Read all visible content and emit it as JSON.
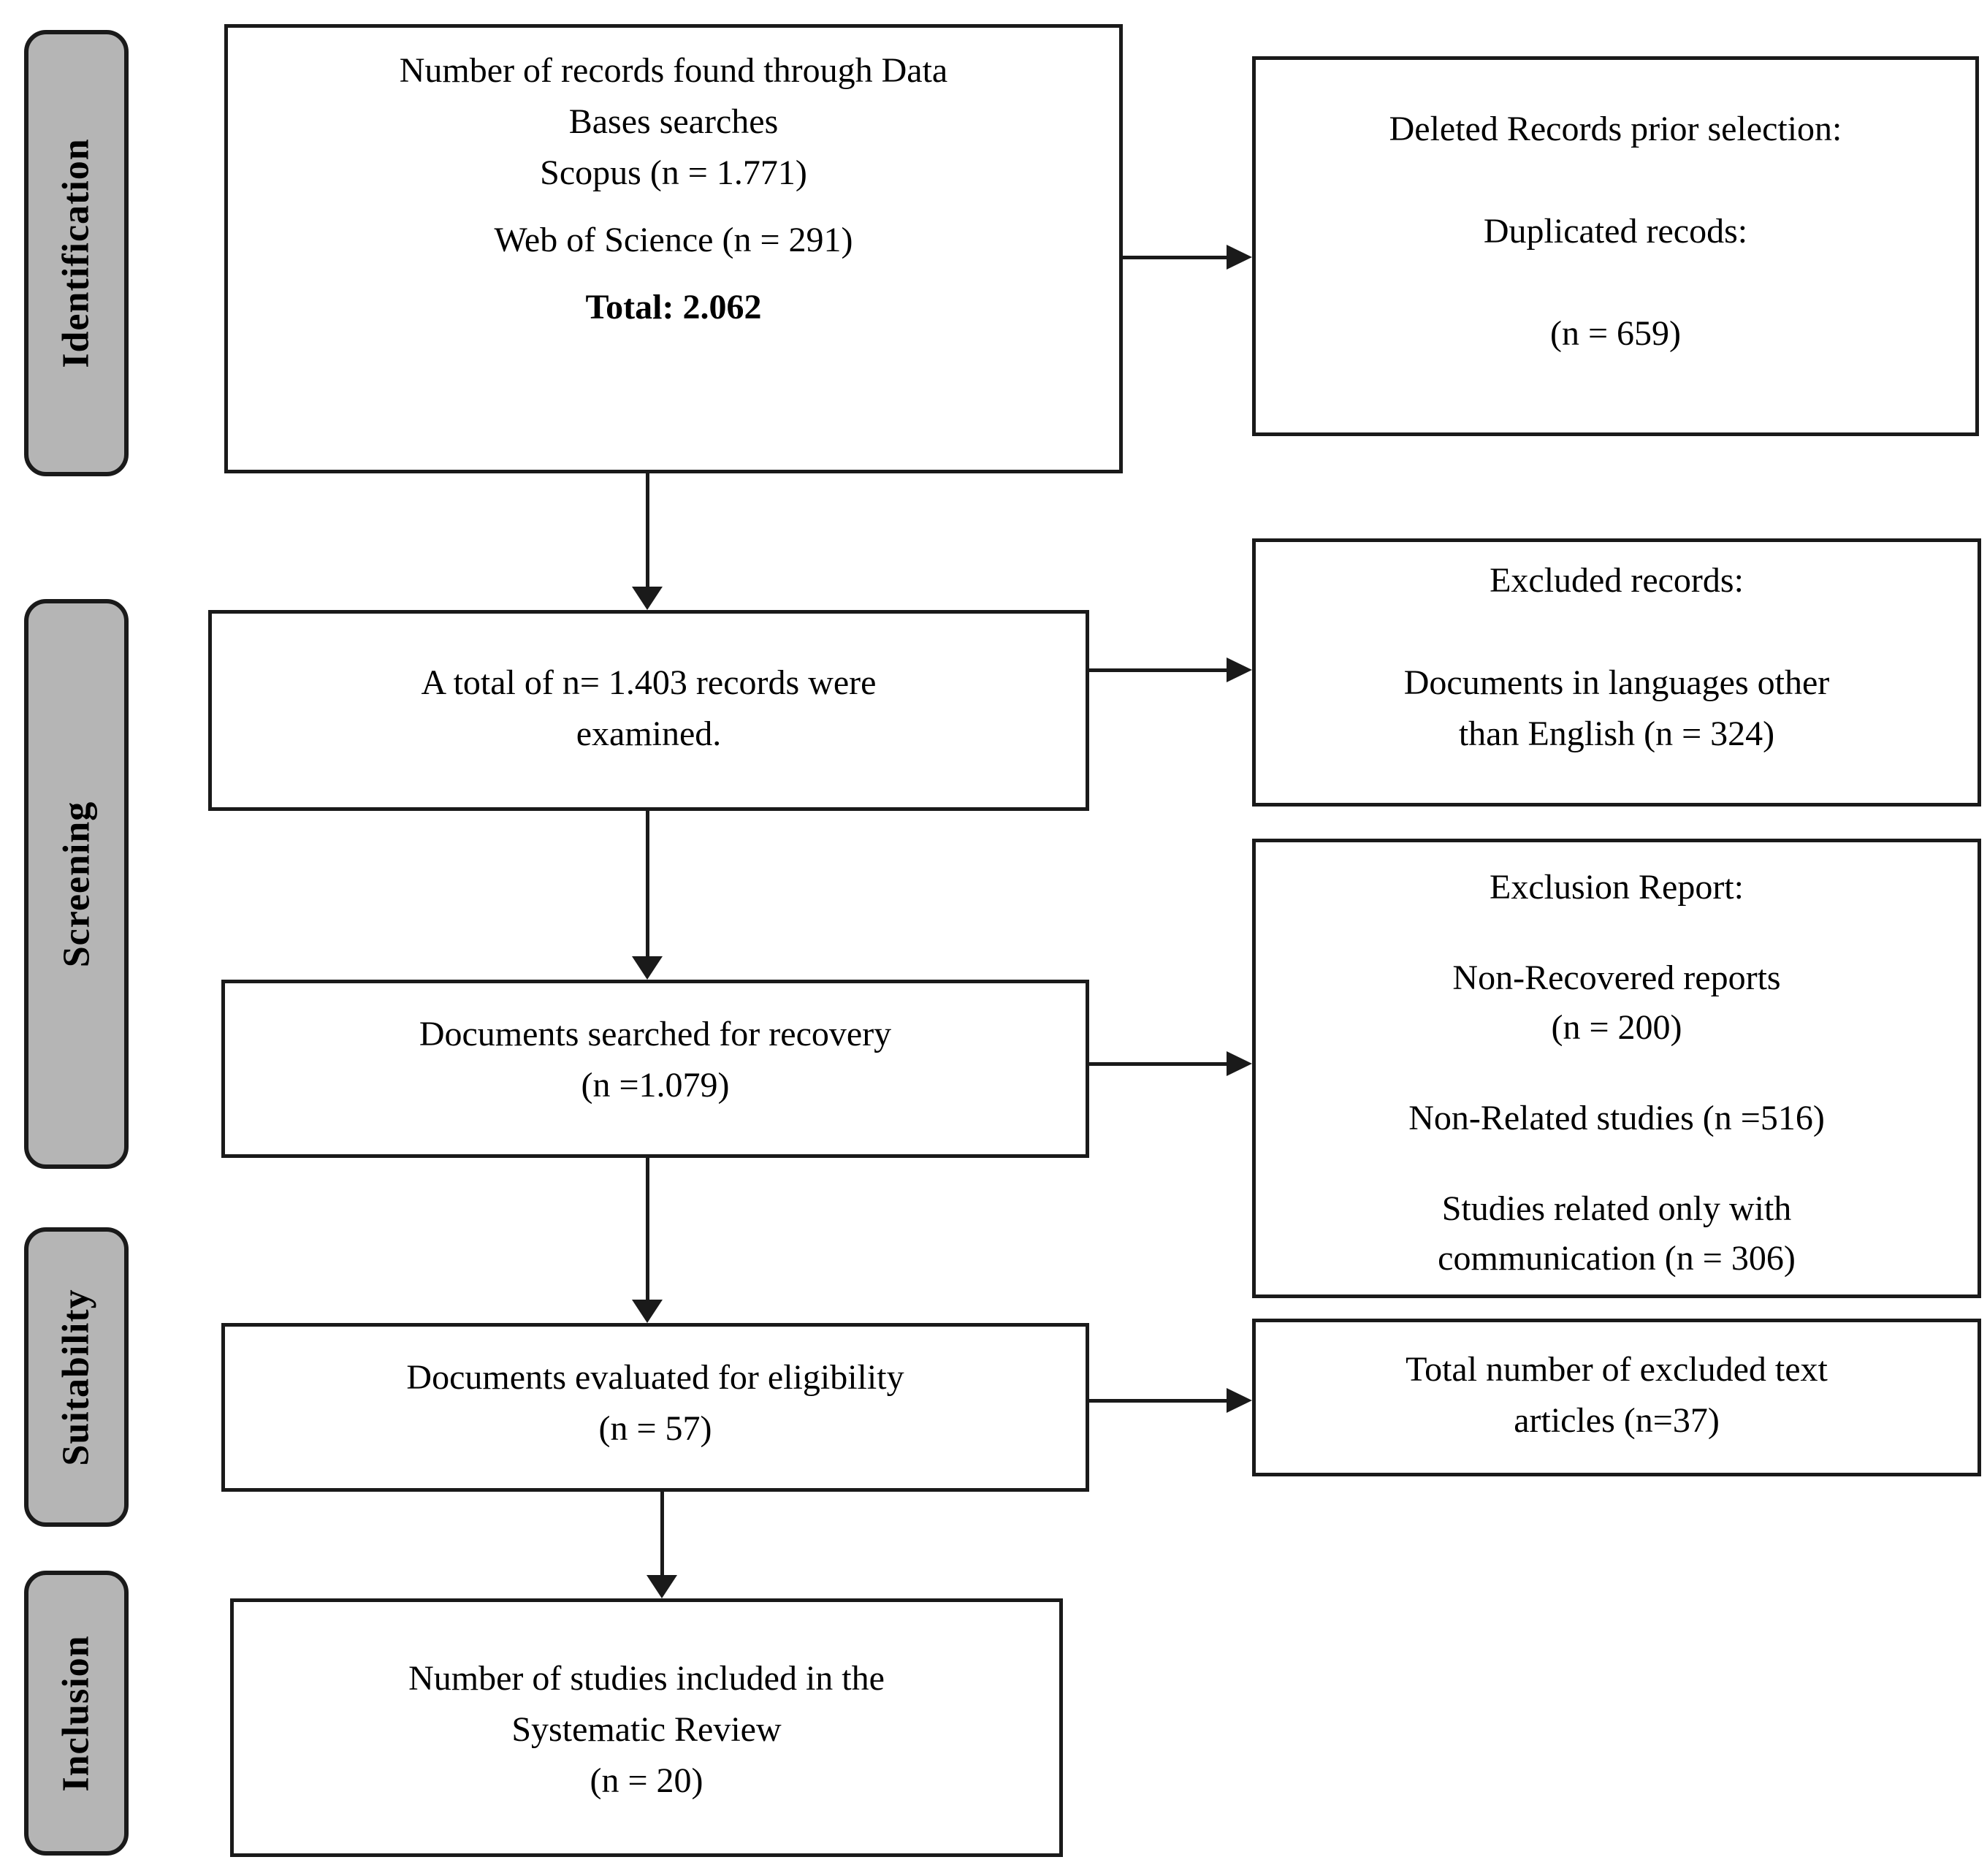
{
  "colors": {
    "background": "#ffffff",
    "box_fill": "#ffffff",
    "box_border": "#1a1a1a",
    "stage_fill": "#b5b5b5",
    "stage_border": "#1a1a1a",
    "text": "#000000",
    "arrow": "#1a1a1a"
  },
  "stages": [
    {
      "label": "Identification"
    },
    {
      "label": "Screening"
    },
    {
      "label": "Suitability"
    },
    {
      "label": "Inclusion"
    }
  ],
  "boxes": {
    "found": {
      "lines": [
        "Number of records found through Data",
        "Bases searches",
        "Scopus (n = 1.771)",
        "Web of Science (n = 291)"
      ],
      "total": "Total: 2.062"
    },
    "deleted": {
      "lines": [
        "Deleted Records prior selection:",
        "Duplicated recods:",
        "(n = 659)"
      ]
    },
    "examined": {
      "lines": [
        "A total of n= 1.403 records were",
        "examined."
      ]
    },
    "excluded": {
      "lines": [
        "Excluded records:",
        "Documents in languages other",
        "than English (n = 324)"
      ]
    },
    "recovery": {
      "lines": [
        "Documents searched for recovery",
        "(n =1.079)"
      ]
    },
    "exclusion_report": {
      "lines": [
        "Exclusion Report:",
        "Non-Recovered reports",
        "(n = 200)",
        "Non-Related studies (n =516)",
        "Studies related only with",
        "communication (n = 306)"
      ]
    },
    "eligibility": {
      "lines": [
        "Documents evaluated for eligibility",
        "(n = 57)"
      ]
    },
    "excluded_text": {
      "lines": [
        "Total number of excluded text",
        "articles (n=37)"
      ]
    },
    "included": {
      "lines": [
        "Number of studies included in the",
        "Systematic Review",
        "(n = 20)"
      ]
    }
  }
}
